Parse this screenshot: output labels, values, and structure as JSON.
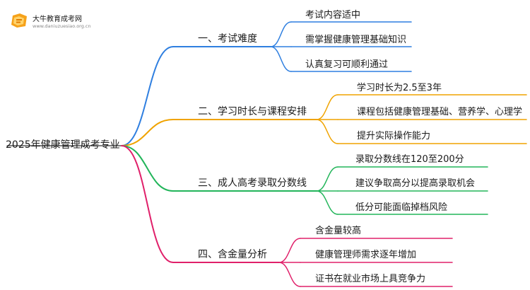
{
  "logo": {
    "brand": "大牛教育成考网",
    "url": "www.daniuzuesiao.org.cn"
  },
  "root": {
    "label": "2025年健康管理成考专业"
  },
  "branches": [
    {
      "label": "一、考试难度",
      "color": "#2f7fe0",
      "leaves": [
        "考试内容适中",
        "需掌握健康管理基础知识",
        "认真复习可顺利通过"
      ]
    },
    {
      "label": "二、学习时长与课程安排",
      "color": "#f0a300",
      "leaves": [
        "学习时长为2.5至3年",
        "课程包括健康管理基础、营养学、心理学",
        "提升实际操作能力"
      ]
    },
    {
      "label": "三、成人高考录取分数线",
      "color": "#22b55a",
      "leaves": [
        "录取分数线在120至200分",
        "建议争取高分以提高录取机会",
        "低分可能面临掉档风险"
      ]
    },
    {
      "label": "四、含金量分析",
      "color": "#e0206a",
      "leaves": [
        "含金量较高",
        "健康管理师需求逐年增加",
        "证书在就业市场上具竞争力"
      ]
    }
  ]
}
